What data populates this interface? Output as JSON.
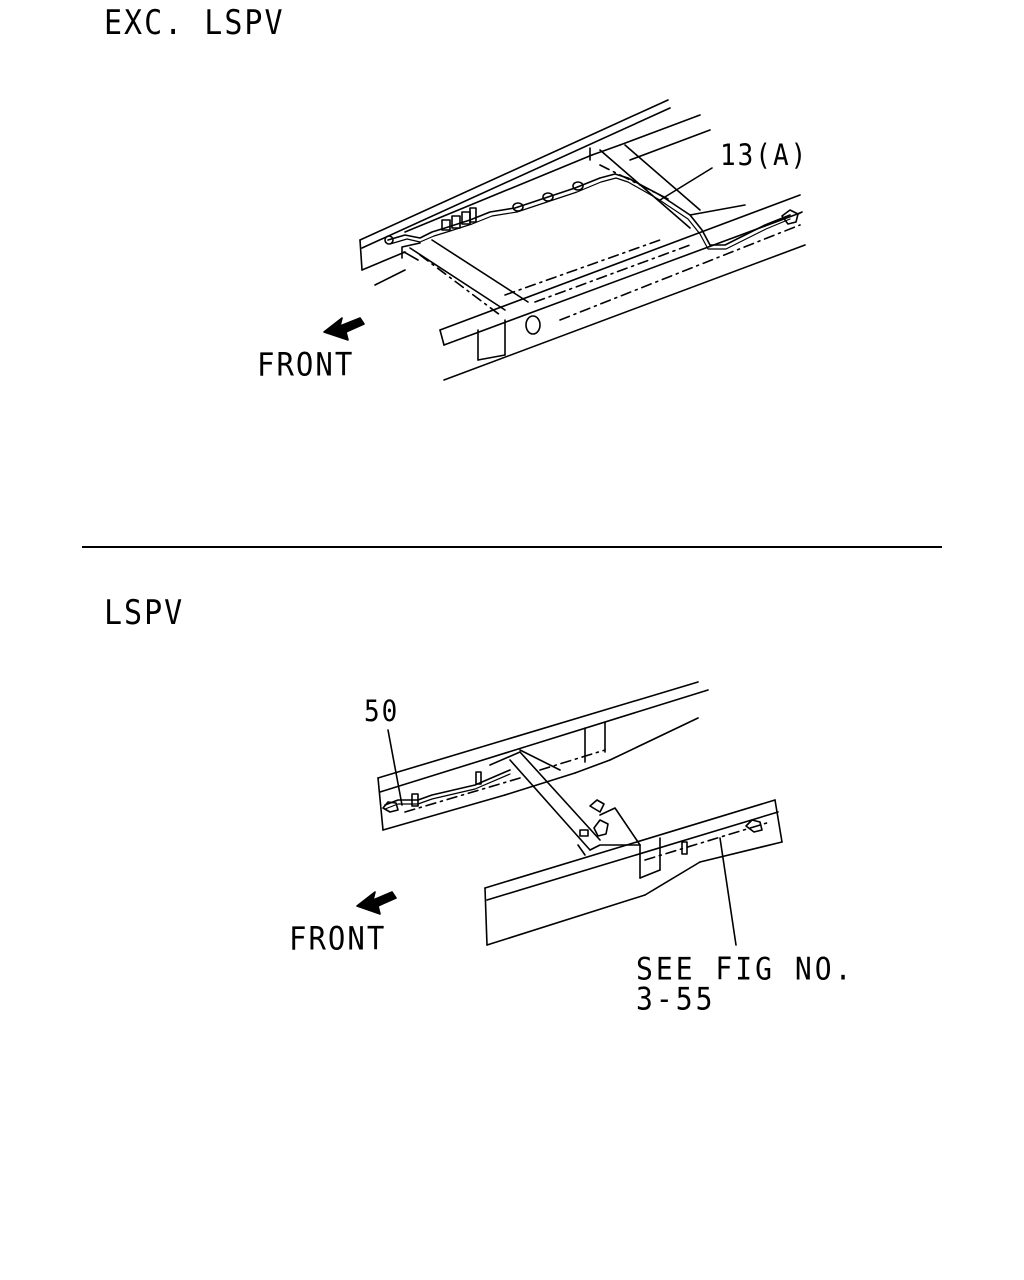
{
  "sections": {
    "top": {
      "title": "EXC. LSPV",
      "front_label": "FRONT",
      "callouts": [
        "13(A)"
      ]
    },
    "bottom": {
      "title": "LSPV",
      "front_label": "FRONT",
      "callouts": [
        "50"
      ],
      "reference": {
        "line1": "SEE FIG NO.",
        "line2": "3-55"
      }
    }
  },
  "icons": {
    "front_arrow": "front-direction-arrow-icon"
  },
  "colors": {
    "ink": "#000000",
    "paper": "#ffffff"
  }
}
